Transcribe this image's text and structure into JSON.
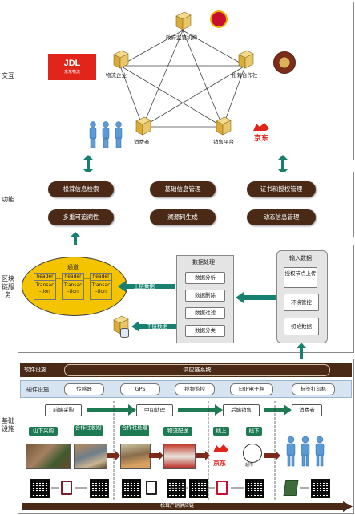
{
  "layers": {
    "interaction": "交互",
    "function": "功能",
    "blockchain": "区块链服务",
    "infrastructure": "基础设施"
  },
  "nodes": {
    "gov": "政府监管机构",
    "logistics": "物流企业",
    "coop": "松茸合作社",
    "consumer": "消费者",
    "sales": "销售平台"
  },
  "logos": {
    "jdl_text": "JDL",
    "jdl_sub": "京东物流",
    "jd": "京东"
  },
  "functions": {
    "f1": "松茸信息检索",
    "f2": "基础信息管理",
    "f3": "证书和授权管理",
    "f4": "多重可追溯性",
    "f5": "溯源码生成",
    "f6": "动态信息管理"
  },
  "blockchain": {
    "channel": "通道",
    "header": "header",
    "transaction": "Transac -tion",
    "upload": "上链数据",
    "download": "下链数据",
    "processing_title": "数据处理",
    "processing": [
      "数据分析",
      "数据删除",
      "数据过滤",
      "数据分类"
    ],
    "input_title": "输入数据",
    "inputs": [
      "授权节点上传",
      "环境管控",
      "初始数据"
    ]
  },
  "infra": {
    "software_label": "软件设施",
    "supply_chain": "供应链系统",
    "hardware_label": "硬件设施",
    "hardware": [
      "传感器",
      "GPS",
      "视频监控",
      "ERP电子秤",
      "标签打印机"
    ],
    "stages": [
      "前端采购",
      "中间处理",
      "后端销售",
      "消费者"
    ],
    "sub": [
      "山下采购",
      "合作社收购",
      "合作社处理",
      "物流配送",
      "线上",
      "线下"
    ],
    "jd_small": "京东",
    "store_small": "超市",
    "bottom_bar": "松茸产销供应链"
  },
  "colors": {
    "dark_brown": "#4a2a17",
    "teal": "#17806f",
    "green": "#1e7a53",
    "yellow": "#f5c400",
    "server": "#e8c66a"
  }
}
